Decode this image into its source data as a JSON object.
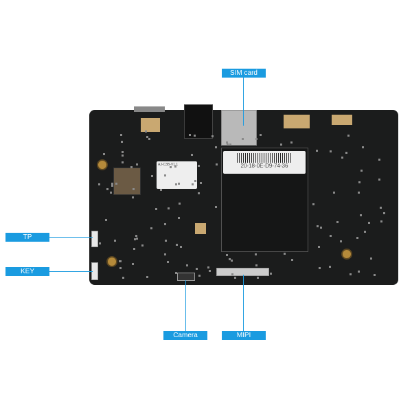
{
  "callouts": {
    "sim_card": "SIM card",
    "tp": "TP",
    "key": "KEY",
    "camera": "Camera",
    "mipi": "MIPI"
  },
  "stickers": {
    "mac": "20-18-0E-D9-74-36",
    "module_id": "AJ-C3B-V1.1"
  },
  "colors": {
    "callout": "#1a9be0",
    "board": "#1b1c1c"
  }
}
